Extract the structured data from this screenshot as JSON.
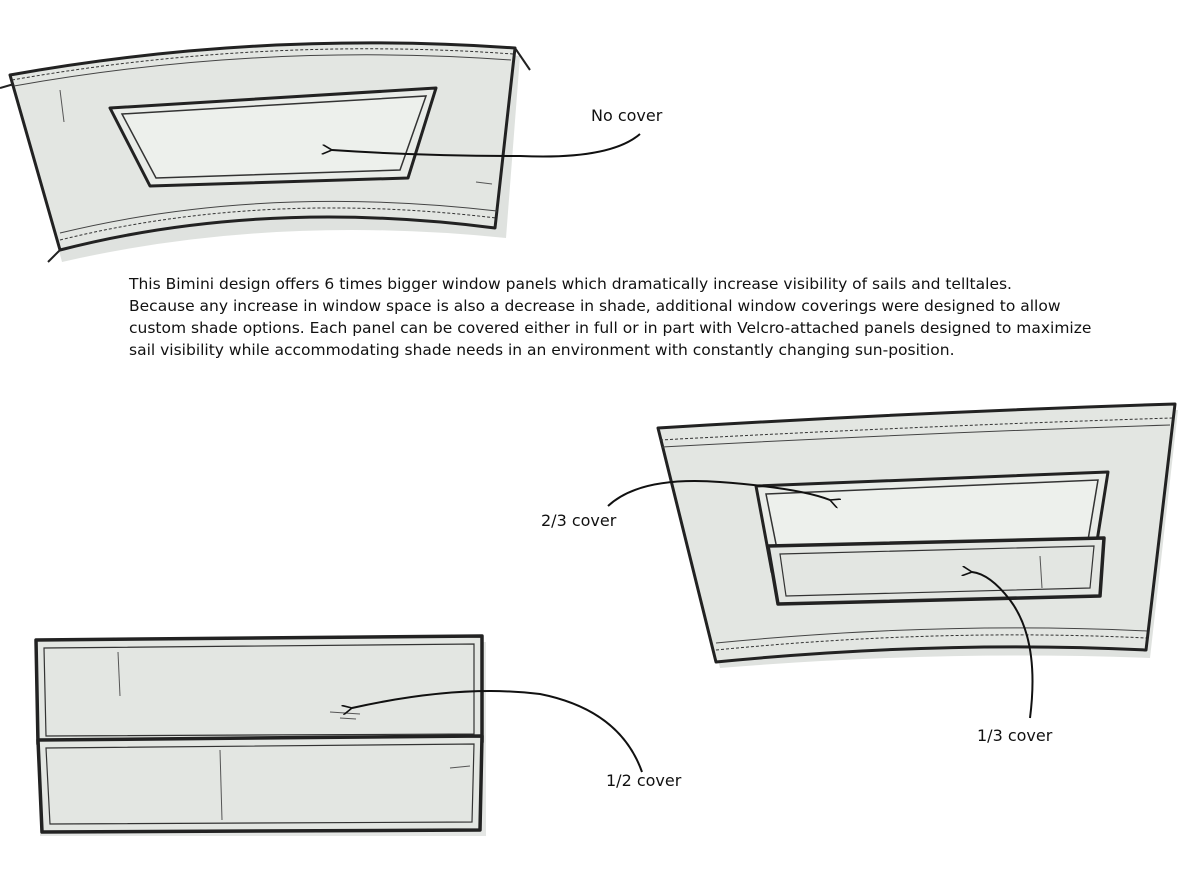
{
  "labels": {
    "no_cover": "No cover",
    "two_thirds_cover": "2/3 cover",
    "one_third_cover": "1/3 cover",
    "half_cover": "1/2 cover"
  },
  "description": {
    "lines": [
      "This Bimini design offers 6 times bigger window panels which dramatically increase visibility of sails and telltales.",
      "Because any increase in window space is also a decrease in shade, additional window coverings were designed to allow",
      "custom shade options. Each panel can be covered either in full or in part with Velcro-attached panels designed to maximize",
      "sail visibility while accommodating shade needs in an environment with constantly changing sun-position."
    ]
  },
  "colors": {
    "ink": "#222222",
    "fabric": "#e3e6e2",
    "fabric_shadow": "#cfd3cf",
    "window": "#e9ece8"
  }
}
